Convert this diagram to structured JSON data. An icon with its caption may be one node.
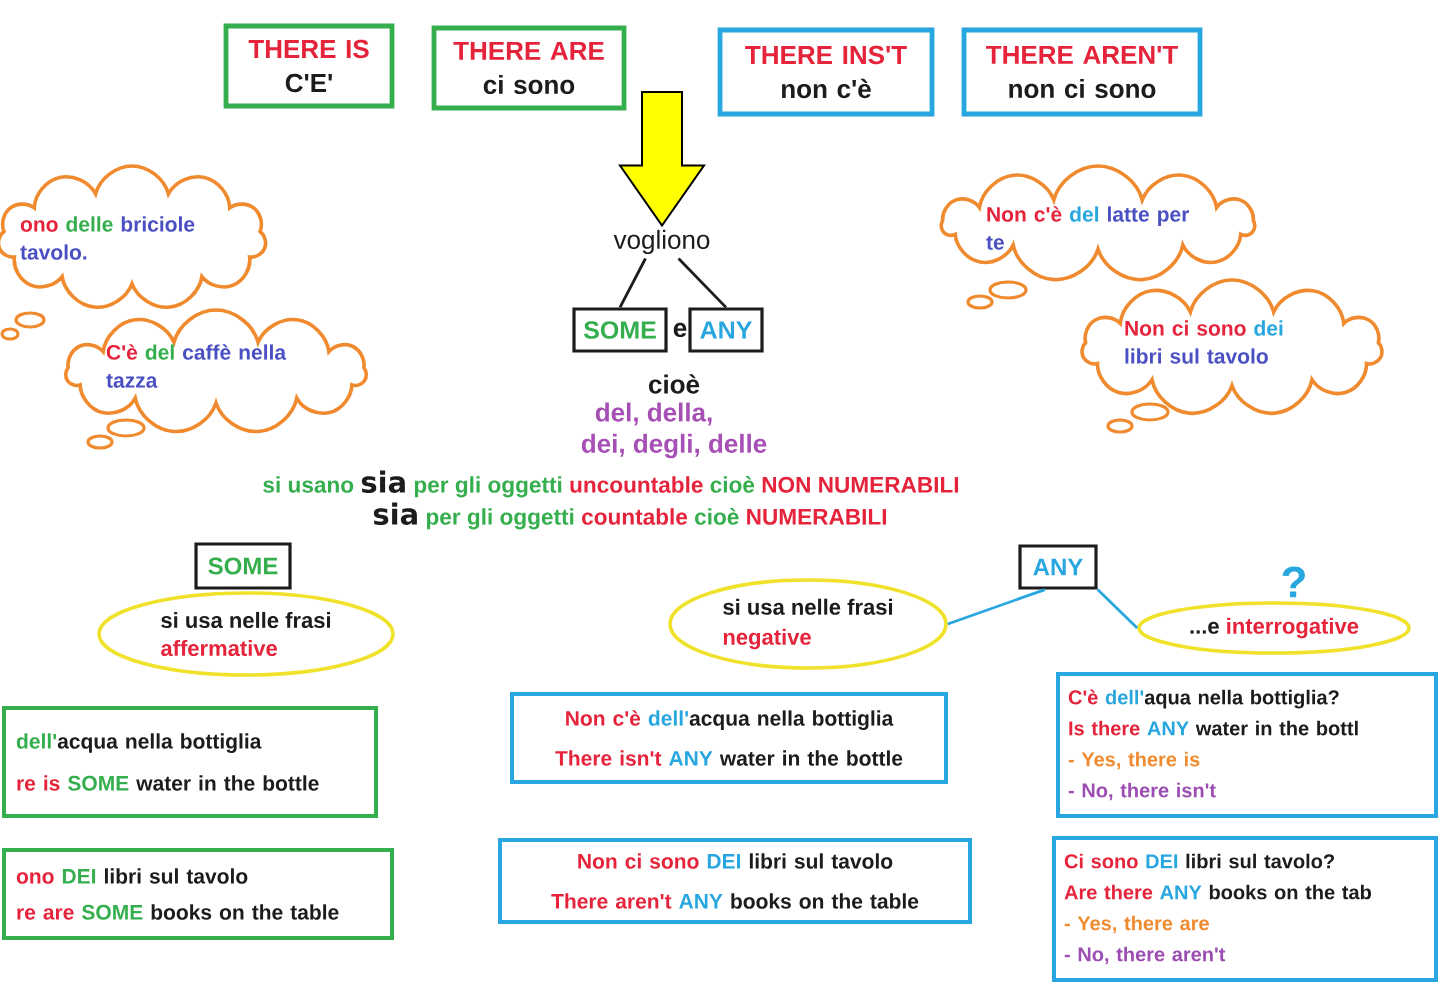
{
  "diagram": {
    "nodes": [
      {
        "text": [
          "THERE IS",
          "C'E'"
        ]
      },
      {
        "text": [
          "THERE ARE",
          "ci sono"
        ]
      },
      {
        "text": [
          "THERE INS'T",
          "non c'è"
        ]
      },
      {
        "text": [
          "THERE AREN'T",
          "non ci sono"
        ]
      },
      {
        "text": [
          "ono",
          "delle",
          "briciole tavolo."
        ]
      },
      {
        "text": [
          "Non c'è",
          "del",
          "latte per te"
        ]
      },
      {
        "text": [
          "vogliono"
        ]
      },
      {
        "text": [
          "Non ci sono",
          "dei",
          "libri sul tavolo"
        ]
      },
      {
        "text": [
          "SOME"
        ]
      },
      {
        "text": [
          "ANY"
        ]
      },
      {
        "text": [
          "C'è",
          "del",
          "caffè nella tazza"
        ]
      },
      {
        "text": [
          "SOME"
        ]
      },
      {
        "text": [
          "ANY"
        ]
      },
      {
        "text": [
          "si usa nelle frasi",
          "affermative"
        ]
      },
      {
        "text": [
          "si usa nelle frasi",
          "negative"
        ]
      },
      {
        "text": [
          "...e",
          "interrogative"
        ]
      },
      {
        "text": [
          "dell'",
          "acqua nella bottiglia",
          "re is",
          "SOME",
          "water in the bottle"
        ]
      },
      {
        "text": [
          "Non c'è",
          "dell'",
          "acqua nella bottiglia",
          "There isn't",
          "ANY",
          "water in the bottle"
        ]
      },
      {
        "text": [
          "C'è",
          "dell'",
          "aqua nella bottiglia?",
          "Is there",
          "ANY",
          "water in the bottl",
          "- Yes, there is",
          "- No, there isn't"
        ]
      },
      {
        "text": [
          "ono",
          "DEI",
          "libri sul tavolo",
          "re are",
          "SOME",
          "books on the table"
        ]
      },
      {
        "text": [
          "Non ci sono",
          "DEI",
          "libri sul tavolo",
          "There aren't",
          "ANY",
          "books on the table"
        ]
      },
      {
        "text": [
          "Ci sono",
          "DEI",
          "libri sul tavolo?",
          "Are there",
          "ANY",
          "books on the tab",
          "- Yes, there are",
          "- No, there aren't"
        ]
      }
    ],
    "edges": [
      {
        "from": null,
        "to": 6,
        "arrow": "to",
        "style": "thick",
        "color": "#ffff00"
      },
      {
        "from": 6,
        "to": 8,
        "arrow": "none"
      },
      {
        "from": 6,
        "to": 9,
        "arrow": "none"
      },
      {
        "from": 12,
        "to": 14,
        "arrow": "none",
        "color": "#27a6df"
      },
      {
        "from": 12,
        "to": 15,
        "arrow": "none",
        "color": "#27a6df"
      }
    ],
    "labels": [
      "e",
      "cioè",
      "del, della,",
      "dei, degli, delle",
      "si usano",
      "sia",
      "per gli oggetti",
      "uncountable",
      "cioè",
      "NON NUMERABILI",
      "sia",
      "per gli oggetti",
      "countable",
      "cioè",
      "NUMERABILI",
      "?"
    ]
  }
}
